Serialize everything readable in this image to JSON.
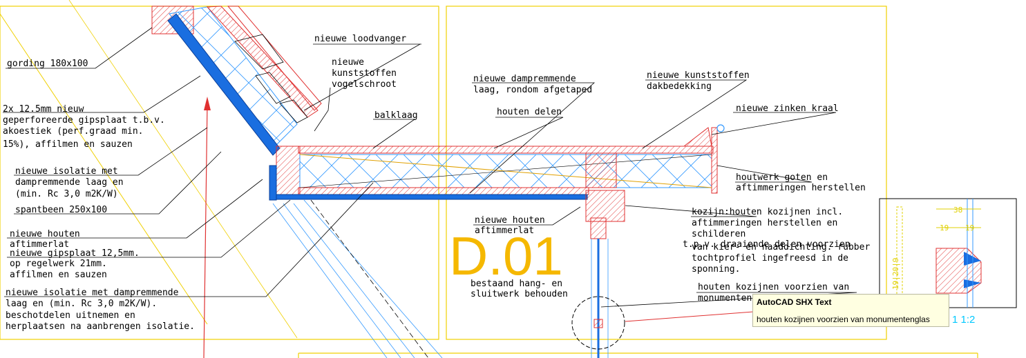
{
  "drawing": {
    "detail_id": "D.01",
    "scale_label": "1 1:2",
    "colors": {
      "frame": "#f0d000",
      "insulation": "#3399ff",
      "hatch": "#e03030",
      "leader": "#000000",
      "title": "#f5b800",
      "blue_layer": "#1a6ee0"
    },
    "labels": {
      "gording": "gording 180x100",
      "gips_1": "2x 12.5mm nieuw",
      "gips_2": "geperforeerde gipsplaat t.b.v.",
      "gips_3": "akoestiek (perf.graad min.",
      "gips_4": "15%), affilmen en sauzen",
      "isolatie_1": "nieuwe isolatie met",
      "isolatie_2": "dampremmende laag en",
      "isolatie_3": "(min. Rc 3,0 m2K/W)",
      "spantbeen": "spantbeen 250x100",
      "houten_1": "nieuwe houten",
      "houten_2": "aftimmerlat",
      "gipsplaat_1": "nieuwe gipsplaat 12,5mm.",
      "gipsplaat_2": "op regelwerk 21mm.",
      "gipsplaat_3": "affilmen en sauzen",
      "isolatie2_1": "nieuwe isolatie met dampremmende",
      "isolatie2_2": "laag en (min. Rc 3,0 m2K/W).",
      "isolatie2_3": "beschotdelen uitnemen en",
      "isolatie2_4": "herplaatsen na aanbrengen isolatie.",
      "loodvanger": "nieuwe loodvanger",
      "vogel_1": "nieuwe",
      "vogel_2": "kunststoffen",
      "vogel_3": "vogelschroot",
      "balklaag": "balklaag",
      "damp_1": "nieuwe dampremmende",
      "damp_2": "laag, rondom afgetaped",
      "houten_delen": "houten delen",
      "dakbed_1": "nieuwe kunststoffen",
      "dakbed_2": "dakbedekking",
      "kraal": "nieuwe zinken kraal",
      "goten_1": "houtwerk goten en",
      "goten_2": "aftimmeringen herstellen",
      "aftim_1": "nieuwe houten",
      "aftim_2": "aftimmerlat",
      "kozijn_1": "kozijn:houten kozijnen incl.",
      "kozijn_2": "aftimmeringen herstellen en",
      "kozijn_3": "schilderen",
      "kozijn_4": "t.p.v. draaiende delen voorzien",
      "kozijn_5": "van kier- en naaddichting. rubber",
      "kozijn_6": "tochtprofiel ingefreesd in de",
      "kozijn_7": "sponning.",
      "hang_1": "bestaand hang- en",
      "hang_2": "sluitwerk behouden",
      "monument_1": "houten kozijnen voorzien van",
      "monument_2": "monumentenglas",
      "dim_38": "38",
      "dim_19a": "19",
      "dim_19b": "19",
      "dim_vert": "19|20|9"
    }
  },
  "tooltip": {
    "title": "AutoCAD SHX Text",
    "body": "houten kozijnen voorzien van monumentenglas"
  }
}
